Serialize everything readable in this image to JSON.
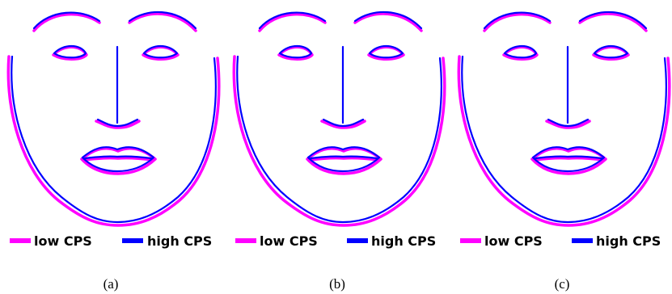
{
  "colors": {
    "low": "#ff00ff",
    "high": "#0000ff",
    "background": "#ffffff",
    "text": "#000000"
  },
  "legend": {
    "low_label": "low CPS",
    "high_label": "high CPS"
  },
  "panels": [
    {
      "id": "a",
      "caption": "(a)"
    },
    {
      "id": "b",
      "caption": "(b)"
    },
    {
      "id": "c",
      "caption": "(c)"
    }
  ]
}
